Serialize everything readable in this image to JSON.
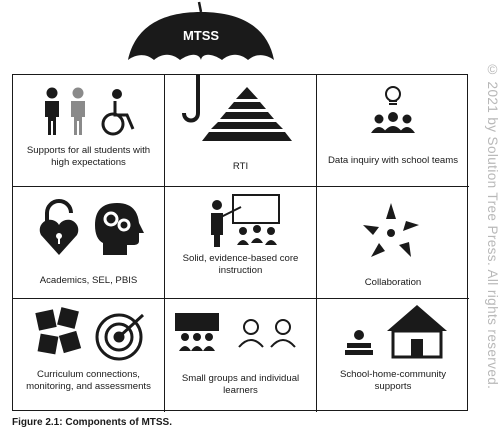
{
  "umbrella": {
    "label": "MTSS"
  },
  "cells": [
    {
      "key": "supports",
      "label": "Supports for all students with high expectations",
      "icons": [
        "adult-person-icon",
        "child-person-icon",
        "wheelchair-user-icon"
      ]
    },
    {
      "key": "rti",
      "label": "RTI",
      "icons": [
        "pyramid-icon",
        "umbrella-handle-icon"
      ]
    },
    {
      "key": "data",
      "label": "Data inquiry with school teams",
      "icons": [
        "lightbulb-icon",
        "team-group-icon"
      ]
    },
    {
      "key": "academics",
      "label": "Academics, SEL, PBIS",
      "icons": [
        "heart-padlock-icon",
        "head-gears-icon"
      ]
    },
    {
      "key": "core",
      "label": "Solid, evidence-based core instruction",
      "icons": [
        "teacher-board-icon",
        "students-icon"
      ]
    },
    {
      "key": "collab",
      "label": "Collaboration",
      "icons": [
        "hands-circle-icon"
      ]
    },
    {
      "key": "curriculum",
      "label": "Curriculum connections, monitoring, and assessments",
      "icons": [
        "puzzle-icon",
        "target-icon"
      ]
    },
    {
      "key": "small",
      "label": "Small groups and individual learners",
      "icons": [
        "group-screen-icon",
        "learner-icon"
      ]
    },
    {
      "key": "home",
      "label": "School-home-community supports",
      "icons": [
        "books-apple-icon",
        "house-icon"
      ]
    }
  ],
  "caption": "Figure 2.1: Components of MTSS.",
  "copyright": "© 2021 by Solution Tree Press. All rights reserved."
}
